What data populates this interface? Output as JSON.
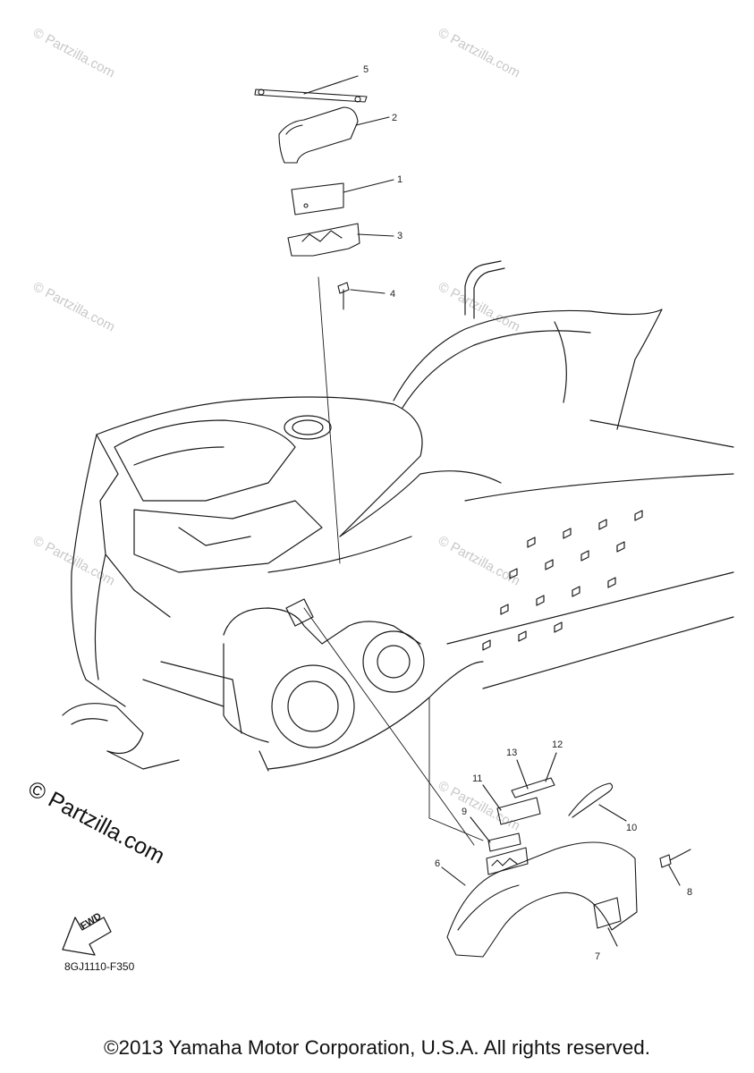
{
  "watermarks": [
    "© Partzilla.com"
  ],
  "callouts": [
    "1",
    "2",
    "3",
    "4",
    "5",
    "6",
    "7",
    "8",
    "9",
    "10",
    "11",
    "12",
    "13"
  ],
  "brand_watermark": "© Partzilla.com",
  "fwd_label": "FWD",
  "ref_code": "8GJ1110-F350",
  "copyright": "©2013 Yamaha Motor Corporation, U.S.A. All rights reserved."
}
